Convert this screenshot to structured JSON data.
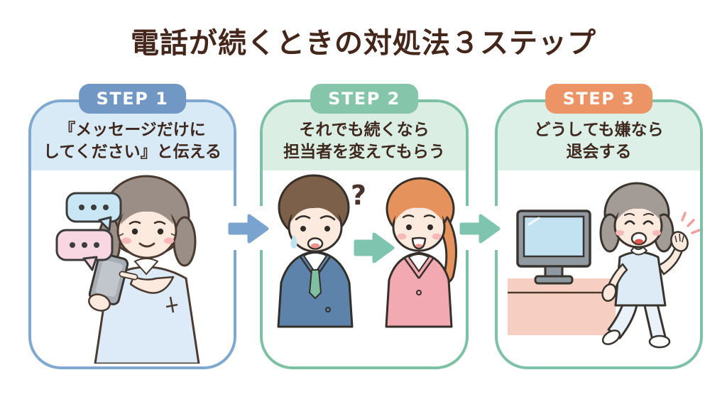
{
  "title": "電話が続くときの対処法３ステップ",
  "text_color": "#42281c",
  "steps": [
    {
      "badge": "STEP 1",
      "lines": [
        "『メッセージだけに",
        "してください』と伝える"
      ],
      "illustration": "senior-woman-texting-on-smartphone",
      "speech_bubbles": [
        {
          "style": "blue",
          "text": "..."
        },
        {
          "style": "pink",
          "text": "..."
        }
      ],
      "accent_color": "#7197c4",
      "border_color": "#7fa8d0",
      "header_bg": "#d9eaf7"
    },
    {
      "badge": "STEP 2",
      "lines": [
        "それでも続くなら",
        "担当者を変えてもらう"
      ],
      "illustration": "confused-man-handing-over-to-new-agent-woman",
      "question_mark": "?",
      "accent_color": "#85c5a9",
      "border_color": "#7dc1a4",
      "header_bg": "#daeee4"
    },
    {
      "badge": "STEP 3",
      "lines": [
        "どうしても嫌なら",
        "退会する"
      ],
      "illustration": "senior-woman-waving-goodbye-leaving-computer",
      "accent_color": "#ec9465",
      "border_color": "#7dc1a8",
      "header_bg": "#ddf0e8"
    }
  ],
  "connectors": [
    {
      "icon": "arrow-right-icon",
      "color": "#7ba3cf"
    },
    {
      "icon": "arrow-right-icon",
      "color": "#7ec4ae"
    }
  ]
}
